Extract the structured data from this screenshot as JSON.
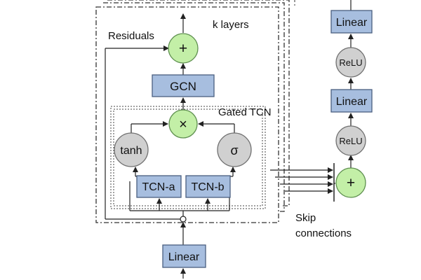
{
  "labels": {
    "residuals": "Residuals",
    "k_layers": "k layers",
    "gated_tcn": "Gated TCN",
    "skip_connections": [
      "Skip",
      "connections"
    ]
  },
  "nodes": {
    "gcn": "GCN",
    "tcn_a": "TCN-a",
    "tcn_b": "TCN-b",
    "linear_input": "Linear",
    "tanh": "tanh",
    "sigma": "σ",
    "multiply": "×",
    "add_residual": "+",
    "add_skip": "+",
    "out_linear_top": "Linear",
    "out_relu_top": "ReLU",
    "out_linear_mid": "Linear",
    "out_relu_bottom": "ReLU"
  },
  "colors": {
    "box_fill": "#a7bedf",
    "box_stroke": "#4a5f80",
    "green_fill": "#c3efa7",
    "green_stroke": "#5f9050",
    "gray_fill": "#d0d0d0",
    "gray_stroke": "#707070",
    "line": "#222222"
  }
}
